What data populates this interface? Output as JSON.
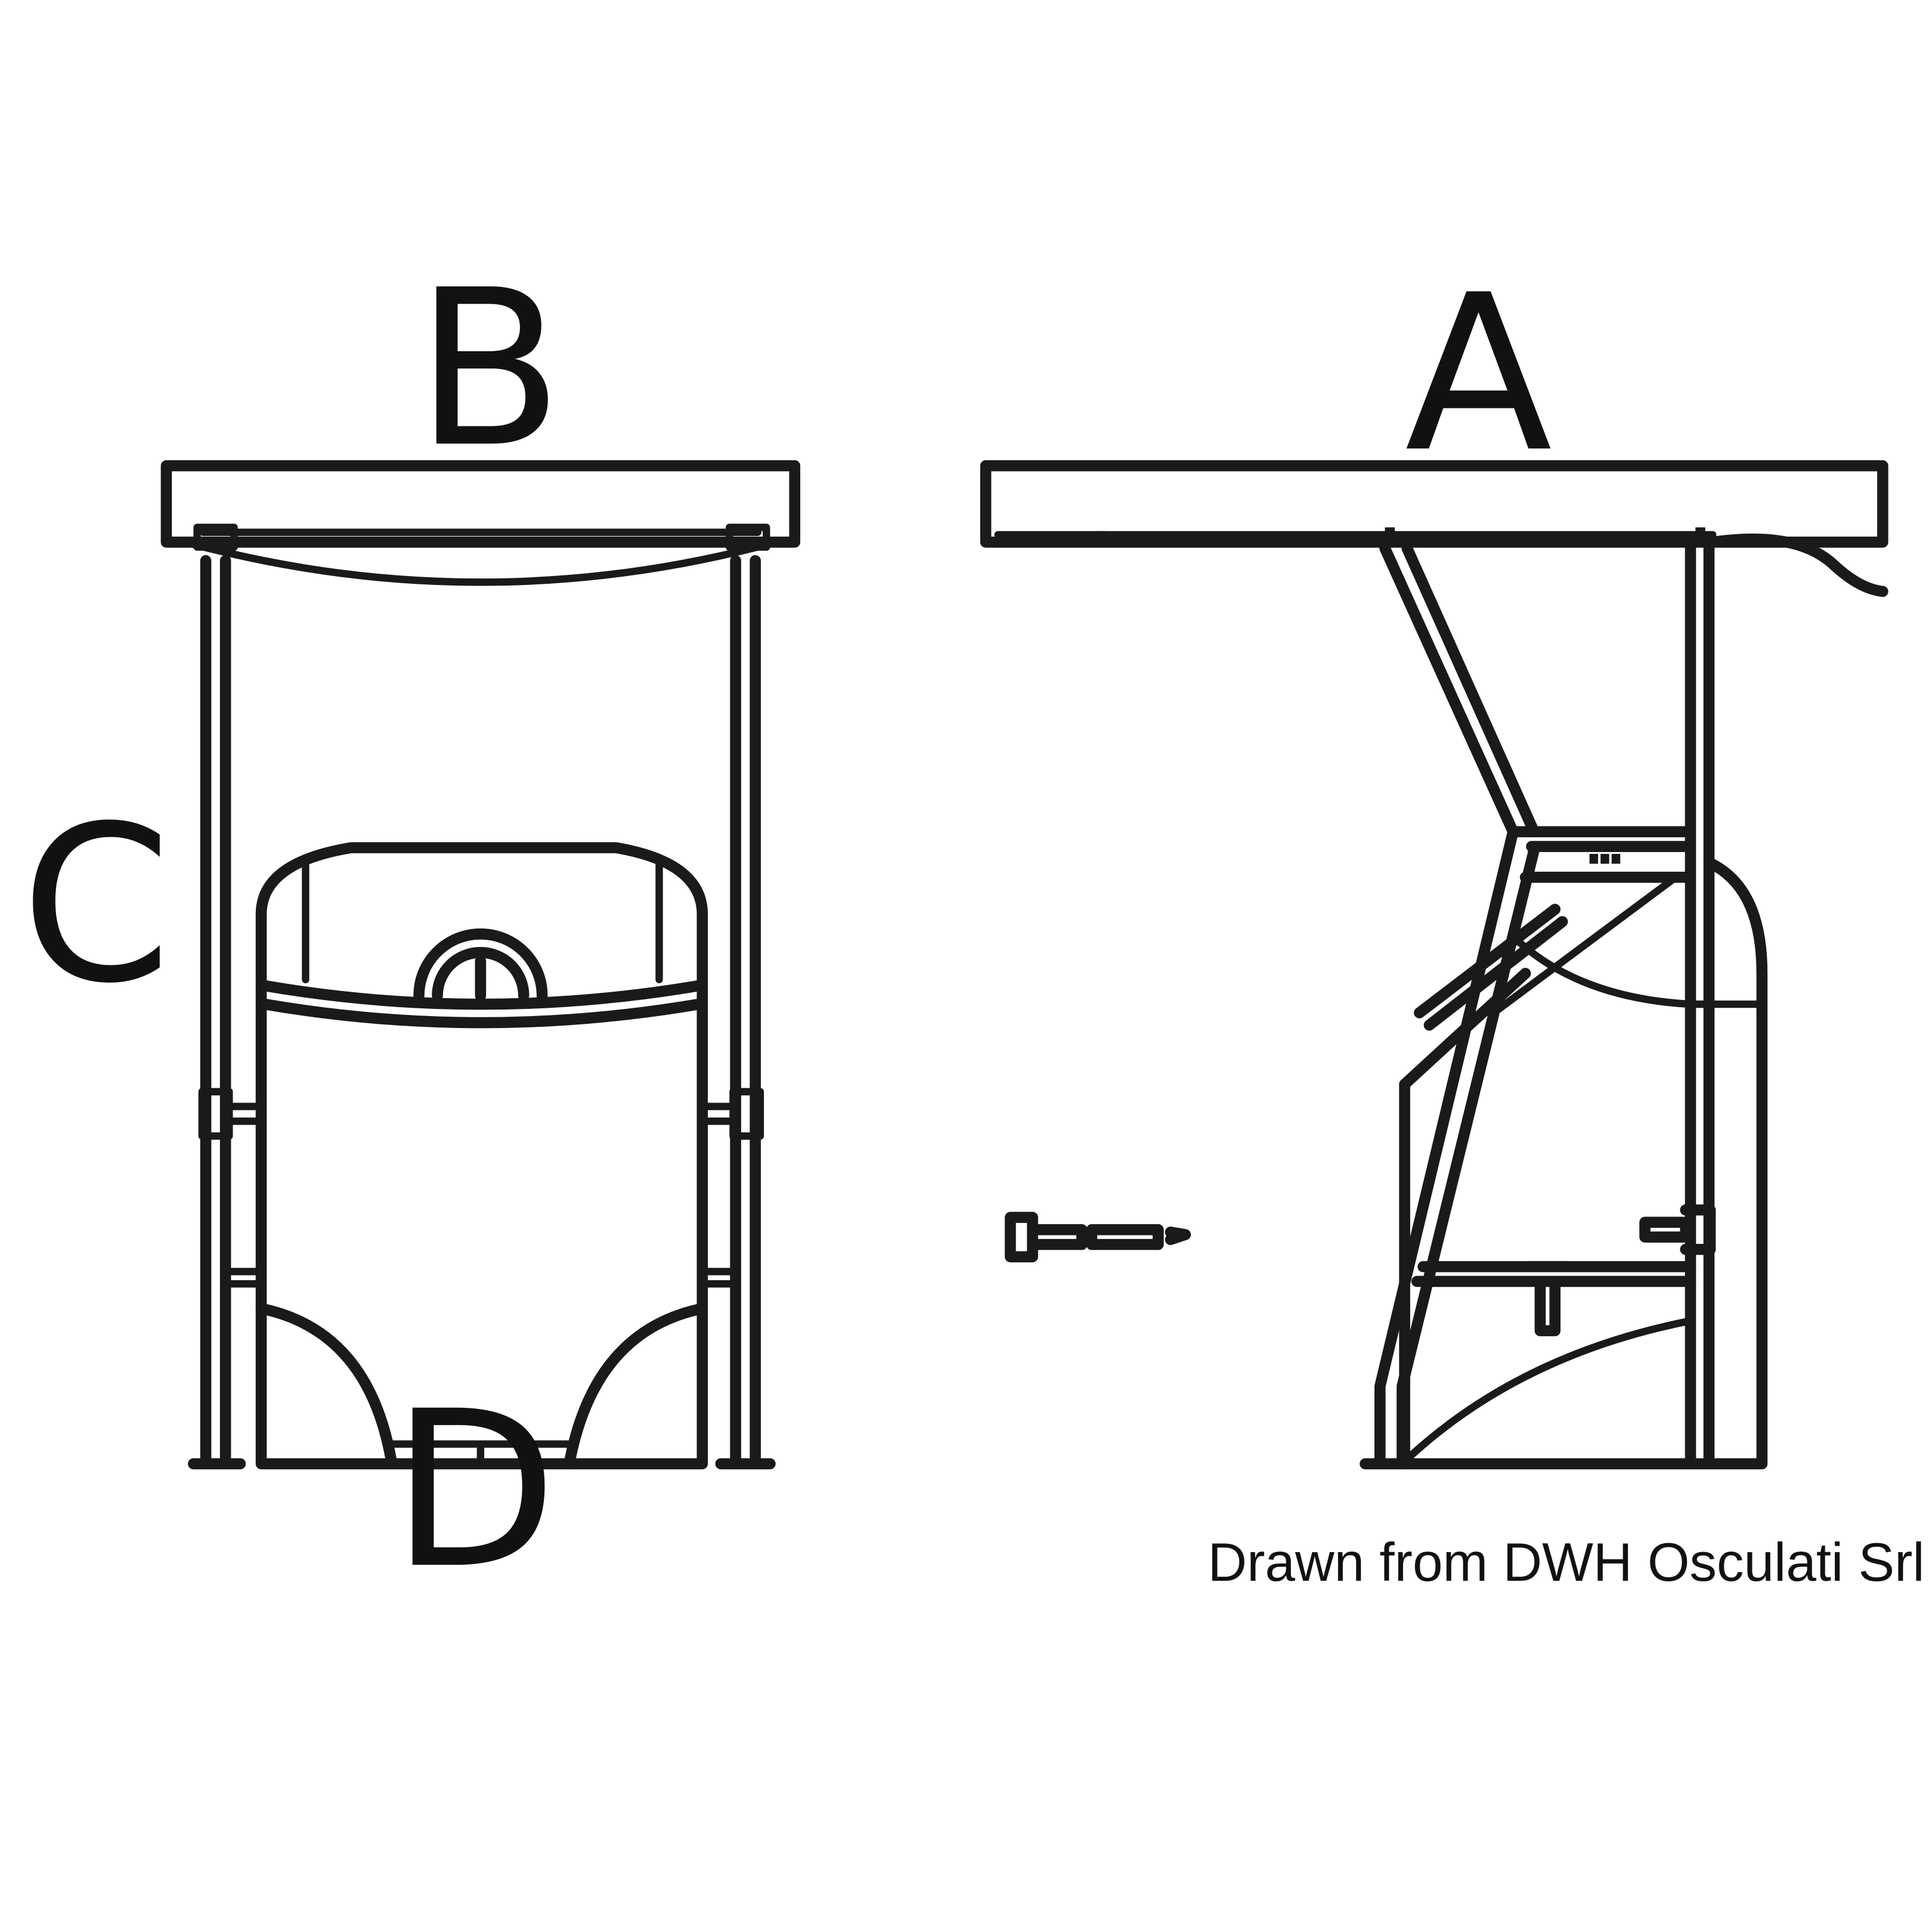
{
  "labels": {
    "b": "B",
    "a": "A",
    "c": "C",
    "d": "D"
  },
  "credit": "Drawn from DWH Osculati Srl",
  "colors": {
    "line": "#1a1a1a",
    "background": "#ffffff"
  }
}
